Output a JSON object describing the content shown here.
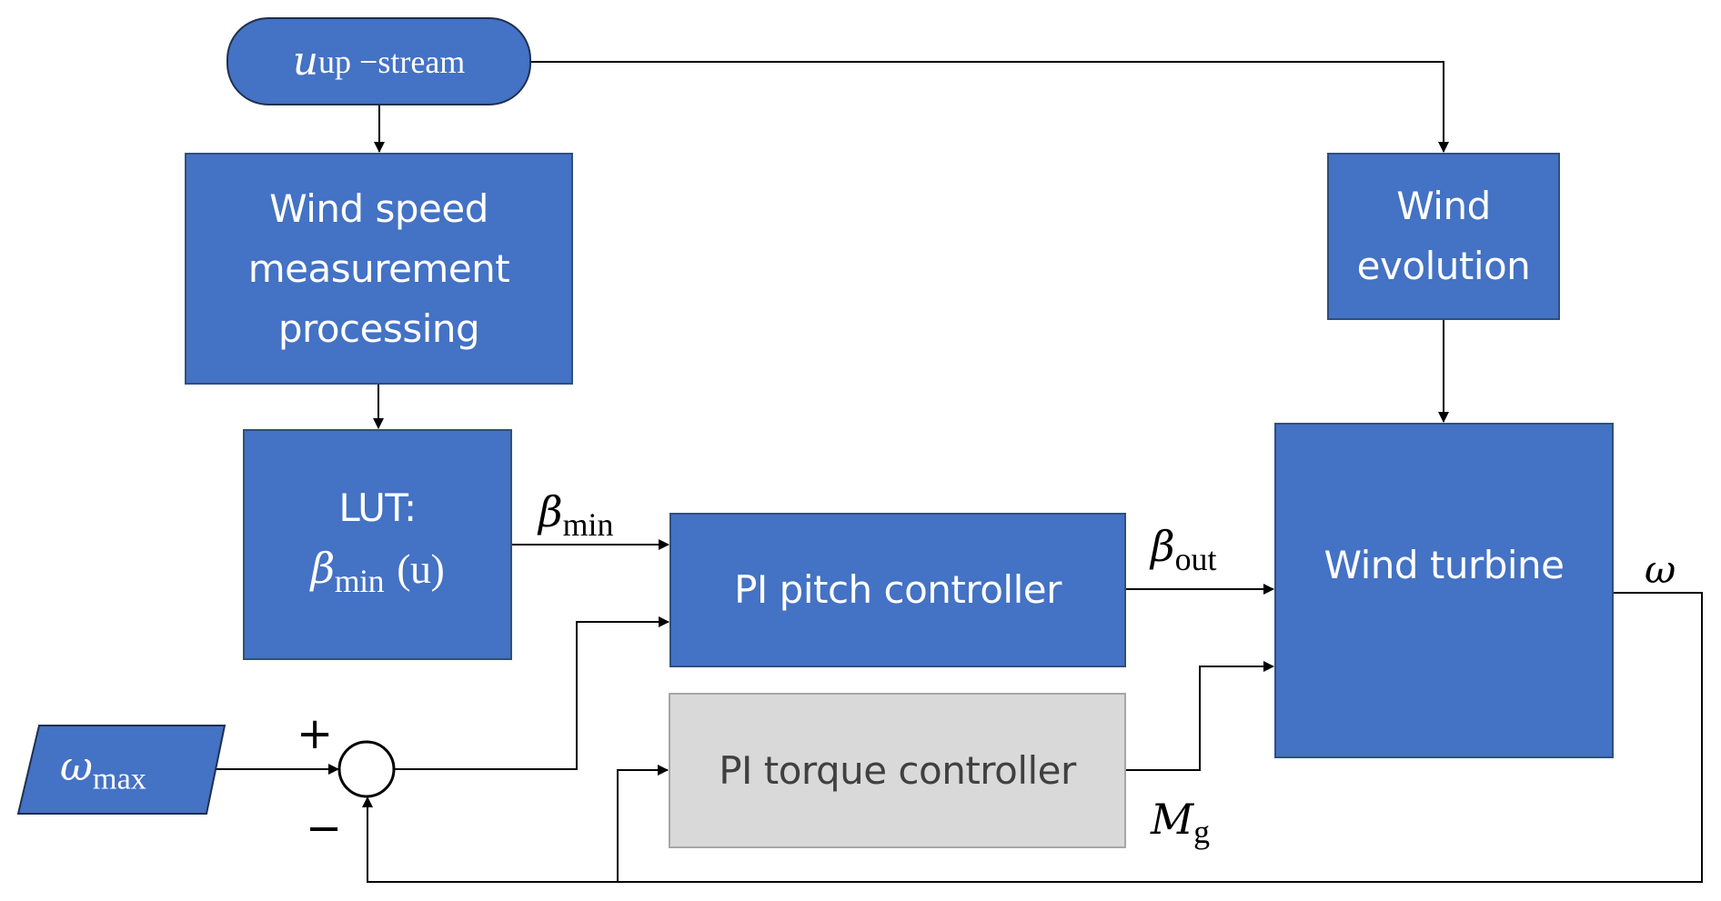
{
  "diagram": {
    "title": "",
    "nodes": {
      "upstream_wind": {
        "symbol": "u",
        "subscript": "up −stream",
        "shape": "rounded-terminal"
      },
      "wind_speed_processing": {
        "lines": [
          "Wind speed",
          "measurement",
          "processing"
        ]
      },
      "lut": {
        "line1": "LUT:",
        "symbol": "β",
        "subscript": "min",
        "argument": "(u)"
      },
      "pi_pitch": {
        "label": "PI pitch controller"
      },
      "pi_torque": {
        "label": "PI torque controller"
      },
      "wind_evolution": {
        "lines": [
          "Wind",
          "evolution"
        ]
      },
      "wind_turbine": {
        "label": "Wind turbine"
      },
      "omega_max": {
        "symbol": "ω",
        "subscript": "max",
        "shape": "parallelogram"
      },
      "summing_junction": {
        "plus": "+",
        "minus": "−"
      }
    },
    "signals": {
      "beta_min": {
        "symbol": "β",
        "subscript": "min"
      },
      "beta_out": {
        "symbol": "β",
        "subscript": "out"
      },
      "generator_torque": {
        "symbol": "M",
        "subscript": "g"
      },
      "rotor_speed": {
        "symbol": "ω"
      }
    },
    "edges": [
      {
        "from": "upstream_wind",
        "to": "wind_speed_processing"
      },
      {
        "from": "upstream_wind",
        "to": "wind_evolution"
      },
      {
        "from": "wind_speed_processing",
        "to": "lut"
      },
      {
        "from": "lut",
        "to": "pi_pitch",
        "signal": "beta_min"
      },
      {
        "from": "summing_junction",
        "to": "pi_pitch"
      },
      {
        "from": "pi_pitch",
        "to": "wind_turbine",
        "signal": "beta_out"
      },
      {
        "from": "pi_torque",
        "to": "wind_turbine",
        "signal": "generator_torque"
      },
      {
        "from": "wind_evolution",
        "to": "wind_turbine"
      },
      {
        "from": "wind_turbine",
        "to": "summing_junction",
        "signal": "rotor_speed",
        "sign": "−"
      },
      {
        "from": "wind_turbine",
        "to": "pi_torque",
        "signal": "rotor_speed"
      },
      {
        "from": "omega_max",
        "to": "summing_junction",
        "sign": "+"
      }
    ],
    "colors": {
      "block_fill": "#4472c4",
      "block_border": "#2f4f7f",
      "torque_block_fill": "#d9d9d9",
      "torque_text": "#404040",
      "wire": "#000000"
    }
  }
}
